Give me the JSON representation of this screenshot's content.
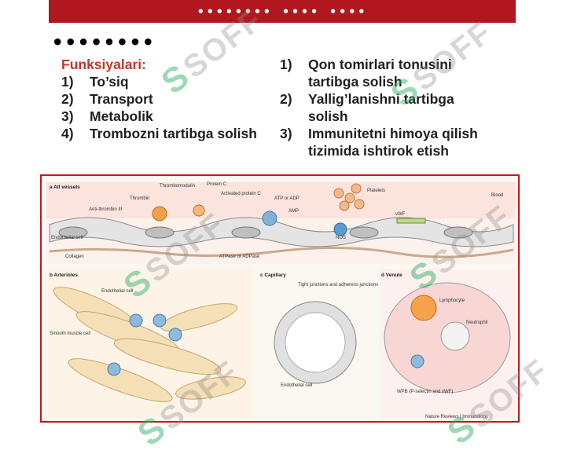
{
  "header": {
    "title": "•••••••• •••• ••••"
  },
  "heading": "••••••••",
  "left_column": {
    "title": "Funksiyalari:",
    "items": [
      {
        "num": "1)",
        "text": "To’siq"
      },
      {
        "num": "2)",
        "text": "Transport"
      },
      {
        "num": "3)",
        "text": "Metabolik"
      },
      {
        "num": "4)",
        "text": "Trombozni tartibga solish"
      }
    ]
  },
  "right_column": {
    "items": [
      {
        "num": "1)",
        "text": "Qon tomirlari tonusini tartibga solish"
      },
      {
        "num": "2)",
        "text": "Yallig’lanishni tartibga solish"
      },
      {
        "num": "3)",
        "text": "Immunitetni himoya qilish tizimida ishtirok etish"
      }
    ]
  },
  "figure": {
    "panel_a": {
      "title": "a  All vessels",
      "labels": [
        "Thrombomodulin",
        "Thrombin",
        "Protein C",
        "Activated protein C",
        "Anti-thrombin III",
        "ATP or ADP",
        "AMP",
        "Platelets",
        "Blood",
        "vWF",
        "Endothelial cell",
        "Collagen",
        "ATPase or ADPase",
        "NOS"
      ]
    },
    "panel_b": {
      "title": "b  Arterioles",
      "labels": [
        "Endothelial cell",
        "Smooth muscle cell"
      ]
    },
    "panel_c": {
      "title": "c  Capillary",
      "labels": [
        "Tight junctions and adherens junctions",
        "Endothelial cell"
      ]
    },
    "panel_d": {
      "title": "d  Venule",
      "labels": [
        "Lymphocyte",
        "Neutrophil",
        "WPB (P-selectin and vWF)"
      ]
    },
    "credit": "Nature Reviews | Immunology"
  },
  "watermark": {
    "mark": "S",
    "text": "SOFF"
  },
  "colors": {
    "header_bg": "#b0171e",
    "title_red": "#c0392b",
    "frame": "#c4161c"
  }
}
